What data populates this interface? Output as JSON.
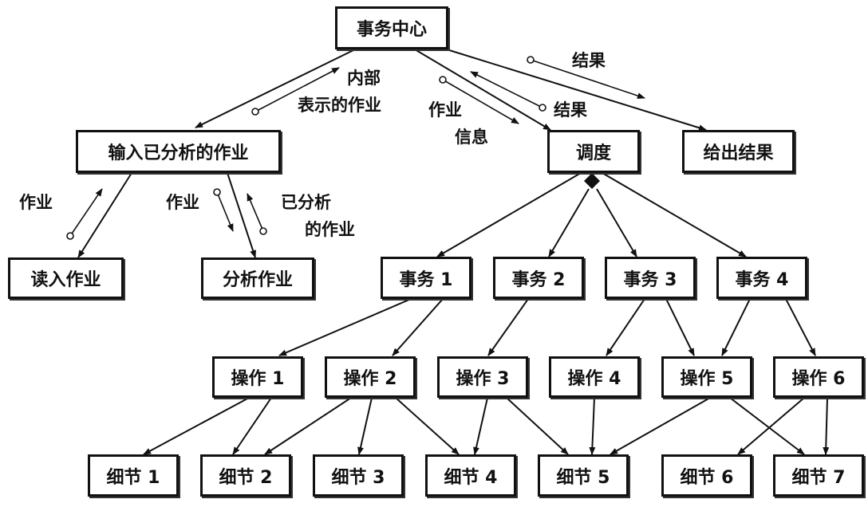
{
  "nodes": {
    "center": "事务中心",
    "input": "输入已分析的作业",
    "dispatch": "调度",
    "output": "给出结果",
    "read": "读入作业",
    "analyze": "分析作业",
    "t1": "事务 1",
    "t2": "事务 2",
    "t3": "事务 3",
    "t4": "事务 4",
    "o1": "操作 1",
    "o2": "操作 2",
    "o3": "操作 3",
    "o4": "操作 4",
    "o5": "操作 5",
    "o6": "操作 6",
    "d1": "细节 1",
    "d2": "细节 2",
    "d3": "细节 3",
    "d4": "细节 4",
    "d5": "细节 5",
    "d6": "细节 6",
    "d7": "细节 7"
  },
  "flow_labels": {
    "internal_1": "内部",
    "internal_2": "表示的作业",
    "jobinfo_1": "作业",
    "jobinfo_2": "信息",
    "result_dispatch": "结果",
    "result_output": "结果",
    "job_read": "作业",
    "job_analyze": "作业",
    "analyzed_1": "已分析",
    "analyzed_2": "的作业"
  }
}
